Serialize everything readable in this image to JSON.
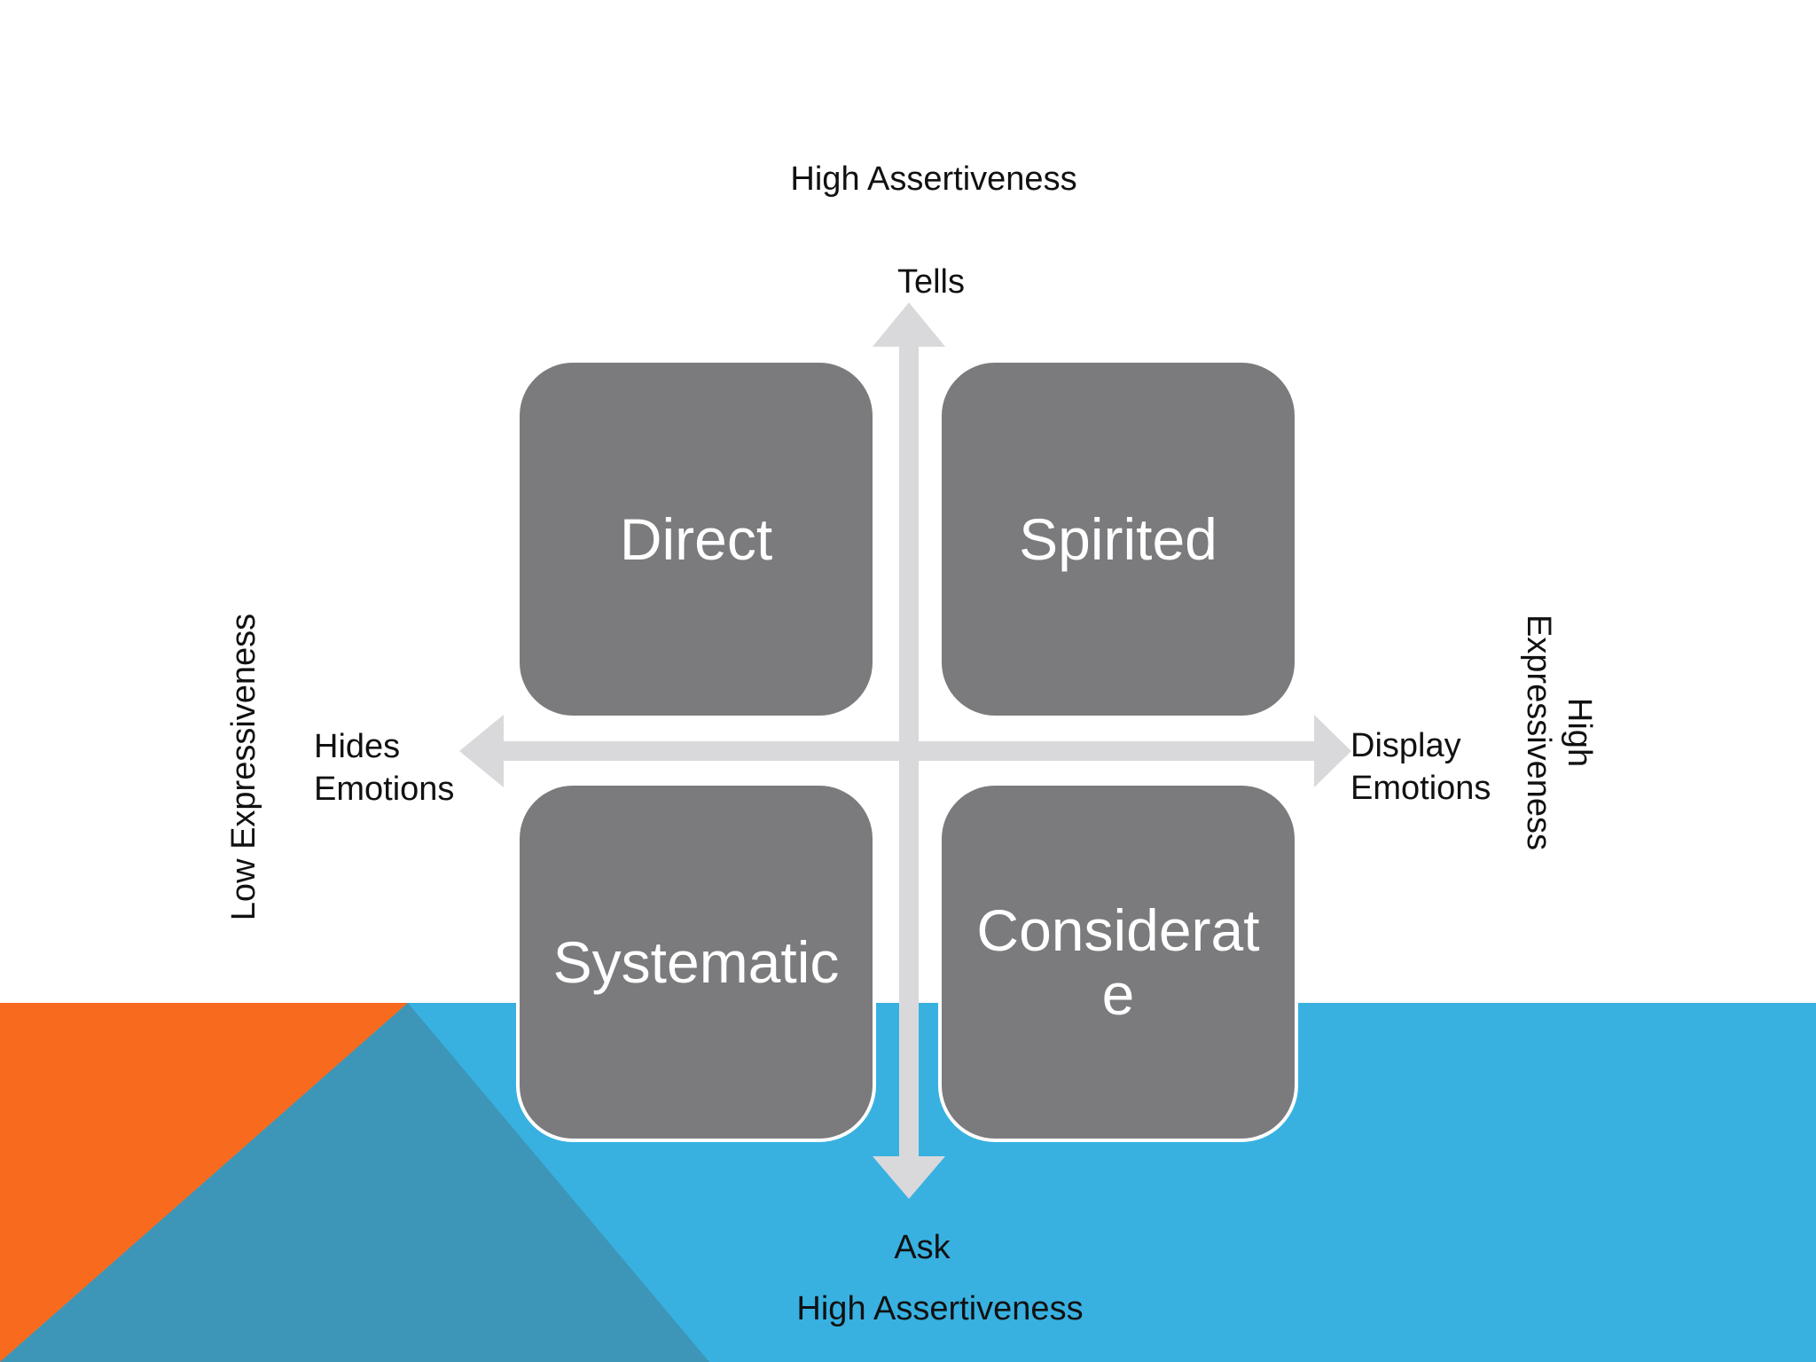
{
  "colors": {
    "orange": "#f86b1e",
    "blue": "#38b1e1",
    "steel_blue": "#3d96b8",
    "quad_gray": "#7b7b7e",
    "arrow_gray": "#d9d9db"
  },
  "labels": {
    "top_heading": "High Assertiveness",
    "bottom_heading": "High Assertiveness",
    "tells": "Tells",
    "ask": "Ask",
    "hides_line1": "Hides",
    "hides_line2": "Emotions",
    "display_line1": "Display",
    "display_line2": "Emotions",
    "low_expressiveness": "Low Expressiveness",
    "high_expressiveness_line1": "High",
    "high_expressiveness_line2": "Expressiveness"
  },
  "quadrants": {
    "top_left": "Direct",
    "top_right": "Spirited",
    "bottom_left": "Systematic",
    "bottom_right_line1": "Considerat",
    "bottom_right_line2": "e"
  }
}
